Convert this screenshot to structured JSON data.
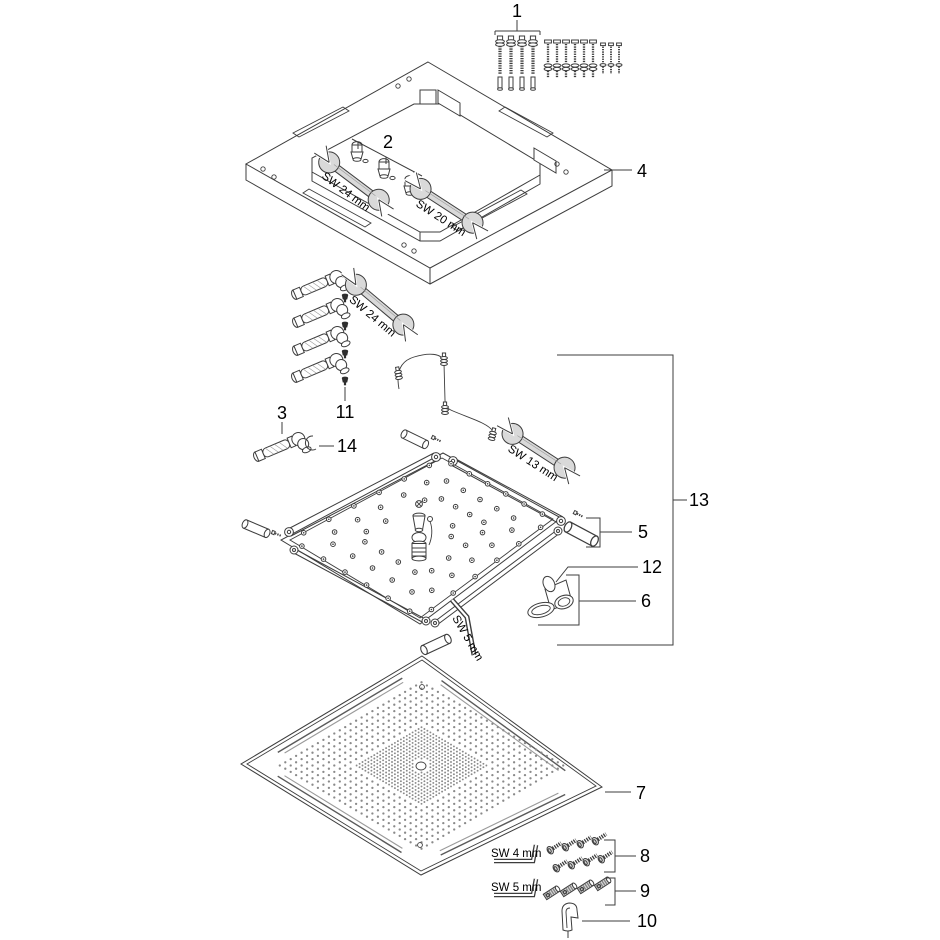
{
  "figure": {
    "type": "exploded-parts-diagram",
    "background_color": "#ffffff",
    "line_color": "#3d3d3d",
    "metal_fill_color": "#d9d9d9"
  },
  "callouts": {
    "n1": "1",
    "n2": "2",
    "n3": "3",
    "n4": "4",
    "n5": "5",
    "n6": "6",
    "n7": "7",
    "n8": "8",
    "n9": "9",
    "n10": "10",
    "n11": "11",
    "n12": "12",
    "n13": "13",
    "n14": "14"
  },
  "tool_labels": {
    "sw24": "SW 24 mm",
    "sw20": "SW 20 mm",
    "sw13": "SW 13 mm",
    "sw5": "SW 5 mm",
    "sw4": "SW 4 mm"
  },
  "parts": [
    {
      "callout": "1",
      "icon": "threaded-rods-and-screws-icon"
    },
    {
      "callout": "2",
      "icon": "hose-nipple-fittings-icon"
    },
    {
      "callout": "3",
      "icon": "elbow-hose-icon"
    },
    {
      "callout": "4",
      "icon": "mounting-frame-icon"
    },
    {
      "callout": "5",
      "icon": "pin-with-screw-icon"
    },
    {
      "callout": "6",
      "icon": "elbow-fitting-icon"
    },
    {
      "callout": "7",
      "icon": "perforated-panel-icon"
    },
    {
      "callout": "8",
      "icon": "pan-head-screws-icon"
    },
    {
      "callout": "9",
      "icon": "grub-screws-icon"
    },
    {
      "callout": "10",
      "icon": "hook-pin-icon"
    },
    {
      "callout": "11",
      "icon": "seal-plugs-icon"
    },
    {
      "callout": "12",
      "icon": "seal-ring-icon"
    },
    {
      "callout": "13",
      "icon": "body-assembly-icon"
    },
    {
      "callout": "14",
      "icon": "retaining-clip-icon"
    }
  ]
}
